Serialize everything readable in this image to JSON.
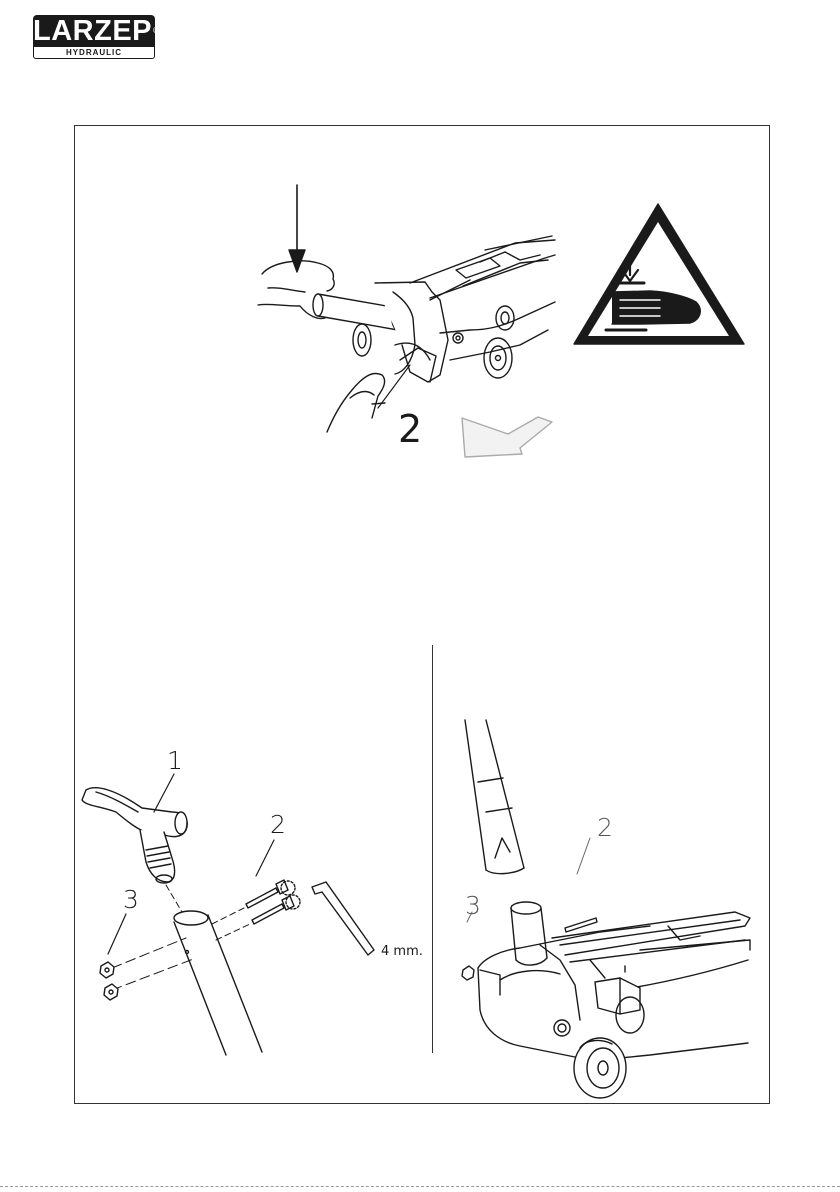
{
  "brand": {
    "name": "LARZEP",
    "registered": "®",
    "tagline": "HYDRAULIC"
  },
  "callouts": {
    "top_step": "2",
    "left_handle": "1",
    "left_bolts": "2",
    "left_nuts": "3",
    "right_bolts": "2",
    "right_nuts": "3"
  },
  "tool_label": "4 mm.",
  "icons": {
    "warning": "hand-crush-warning-icon",
    "arrow": "press-down-arrow-icon"
  },
  "colors": {
    "ink": "#1a1a1a",
    "line": "#333333",
    "warning_fill": "#1a1a1a"
  }
}
